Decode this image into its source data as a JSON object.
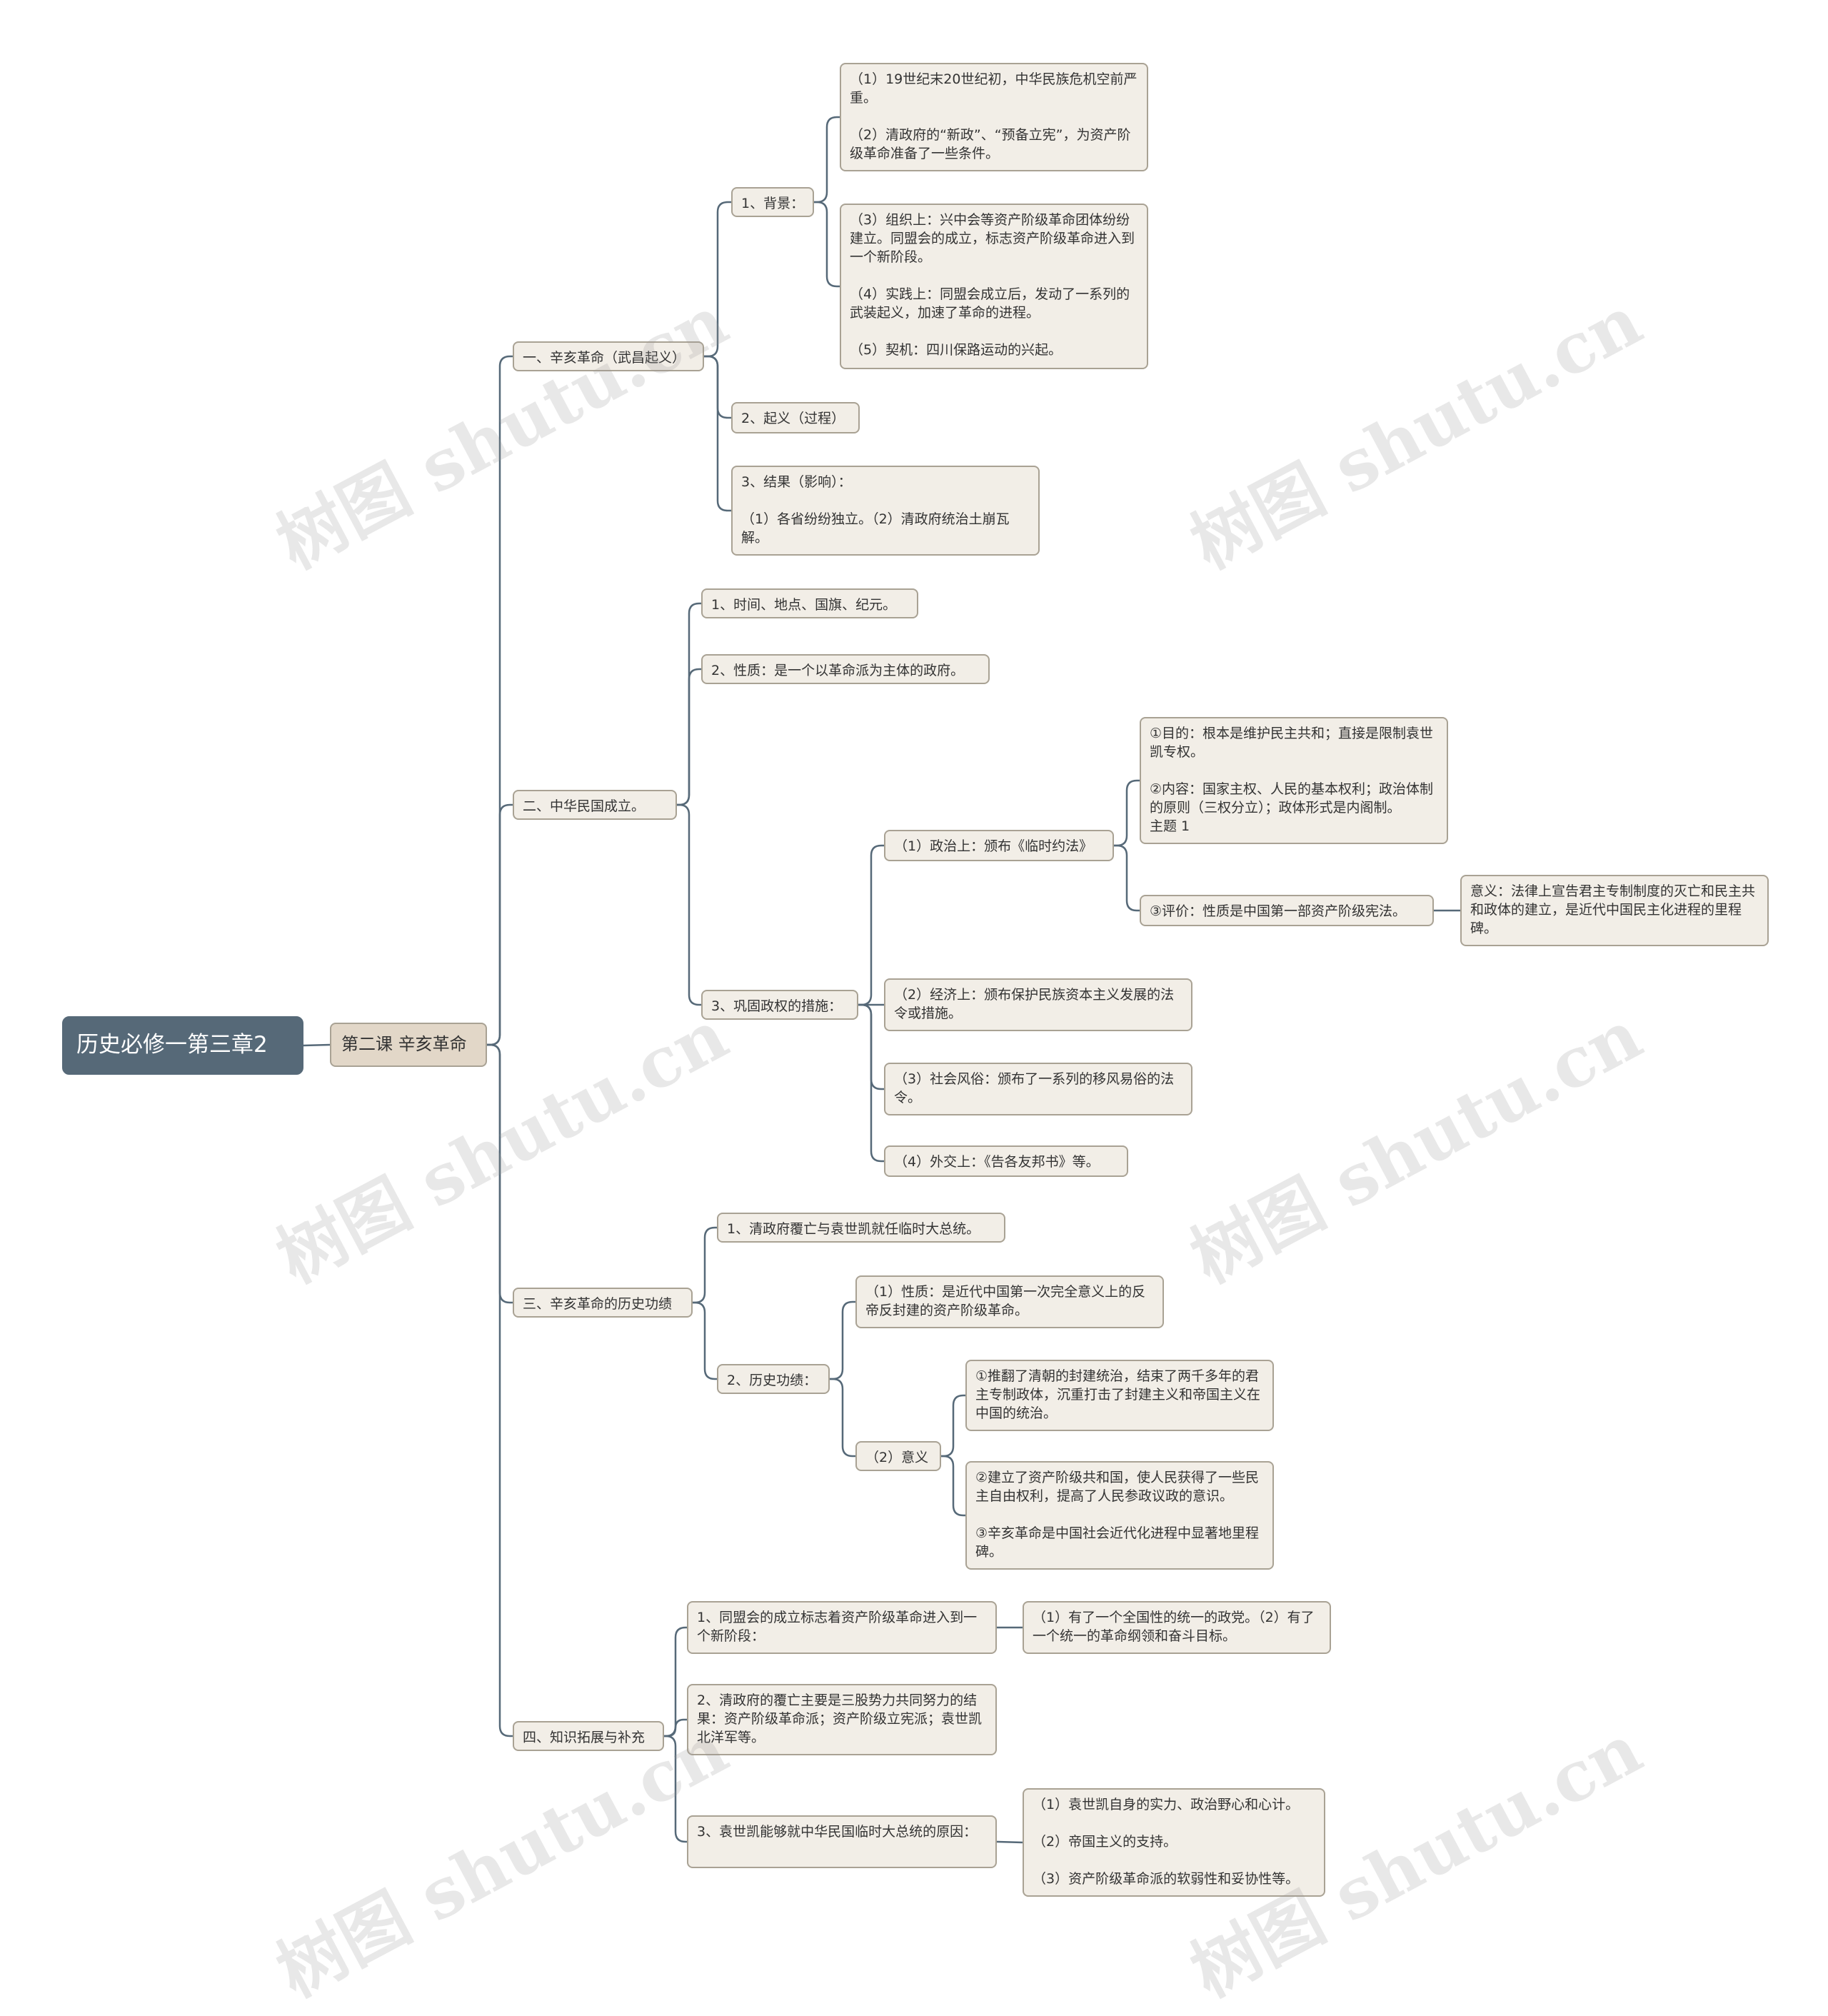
{
  "root": {
    "label": "历史必修一第三章2"
  },
  "main": {
    "label": "第二课 辛亥革命"
  },
  "s1": {
    "label": "一、辛亥革命（武昌起义）",
    "bg": {
      "label": "1、背景：",
      "t1": "（1）19世纪末20世纪初，中华民族危机空前严重。\n\n（2）清政府的“新政”、“预备立宪”，为资产阶级革命准备了一些条件。",
      "t2": "（3）组织上：兴中会等资产阶级革命团体纷纷建立。同盟会的成立，标志资产阶级革命进入到一个新阶段。\n\n（4）实践上：同盟会成立后，发动了一系列的武装起义，加速了革命的进程。\n\n（5）契机：四川保路运动的兴起。"
    },
    "qy": {
      "label": "2、起义（过程）"
    },
    "jg": {
      "label": "3、结果（影响）：\n\n（1）各省纷纷独立。（2）清政府统治土崩瓦解。"
    }
  },
  "s2": {
    "label": "二、中华民国成立。",
    "a": "1、时间、地点、国旗、纪元。",
    "b": "2、性质：是一个以革命派为主体的政府。",
    "c": {
      "label": "3、巩固政权的措施：",
      "zz": {
        "label": "（1）政治上：颁布《临时约法》",
        "d1": "①目的：根本是维护民主共和；直接是限制袁世凯专权。\n\n②内容：国家主权、人民的基本权利；政治体制的原则（三权分立）；政体形式是内阁制。\n主题 1",
        "d2": "③评价：性质是中国第一部资产阶级宪法。",
        "d3": "意义：法律上宣告君主专制制度的灭亡和民主共和政体的建立，是近代中国民主化进程的里程碑。"
      },
      "jj": "（2）经济上：颁布保护民族资本主义发展的法令或措施。",
      "sh": "（3）社会风俗：颁布了一系列的移风易俗的法令。",
      "wj": "（4）外交上：《告各友邦书》等。"
    }
  },
  "s3": {
    "label": "三、辛亥革命的历史功绩",
    "a": "1、清政府覆亡与袁世凯就任临时大总统。",
    "b": {
      "label": "2、历史功绩：",
      "xz": "（1）性质：是近代中国第一次完全意义上的反帝反封建的资产阶级革命。",
      "yy": {
        "label": "（2）意义",
        "t1": "①推翻了清朝的封建统治，结束了两千多年的君主专制政体，沉重打击了封建主义和帝国主义在中国的统治。",
        "t2": "②建立了资产阶级共和国，使人民获得了一些民主自由权利，提高了人民参政议政的意识。\n\n③辛亥革命是中国社会近代化进程中显著地里程碑。"
      }
    }
  },
  "s4": {
    "label": "四、知识拓展与补充",
    "a": {
      "label": "1、同盟会的成立标志着资产阶级革命进入到一个新阶段：",
      "d": "（1）有了一个全国性的统一的政党。（2）有了一个统一的革命纲领和奋斗目标。"
    },
    "b": "2、清政府的覆亡主要是三股势力共同努力的结果：资产阶级革命派；资产阶级立宪派；袁世凯北洋军等。",
    "c": {
      "label": "3、袁世凯能够就中华民国临时大总统的原因：",
      "d": "（1）袁世凯自身的实力、政治野心和心计。\n\n（2）帝国主义的支持。\n\n（3）资产阶级革命派的软弱性和妥协性等。"
    }
  },
  "watermark": "树图 shutu.cn"
}
